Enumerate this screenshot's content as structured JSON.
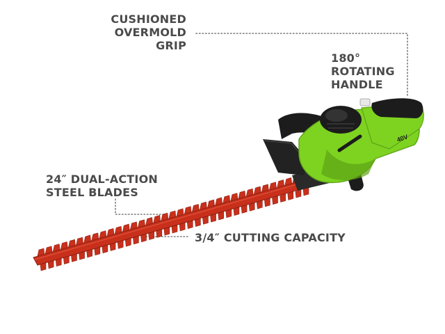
{
  "product": {
    "name": "cordless hedge trimmer",
    "logo_text": "40V",
    "colors": {
      "body_green": "#7ed321",
      "body_green_dark": "#5ea316",
      "handle_black": "#1c1c1c",
      "blade_red": "#c8301c",
      "blade_red_dark": "#8e2111",
      "label_gray": "#4a4a4a",
      "leader_gray": "#7a7a7a"
    }
  },
  "callouts": [
    {
      "id": "grip",
      "lines": [
        "CUSHIONED",
        "OVERMOLD",
        "GRIP"
      ]
    },
    {
      "id": "handle",
      "lines": [
        "180°",
        "ROTATING",
        "HANDLE"
      ]
    },
    {
      "id": "blades",
      "lines": [
        "24″ DUAL-ACTION",
        "STEEL BLADES"
      ]
    },
    {
      "id": "capacity",
      "lines": [
        "3/4″ CUTTING CAPACITY"
      ]
    }
  ]
}
